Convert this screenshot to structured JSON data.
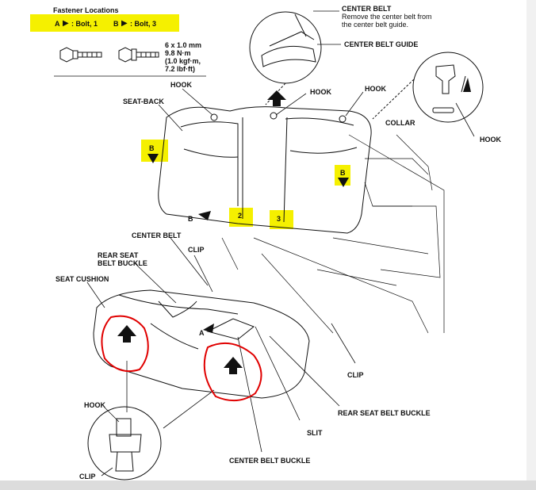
{
  "fastener": {
    "title": "Fastener Locations",
    "a_letter": "A",
    "a_value": ": Bolt, 1",
    "b_letter": "B",
    "b_value": ": Bolt, 3",
    "spec": "6 x 1.0 mm\n9.8 N·m\n(1.0 kgf·m,\n7.2 lbf·ft)"
  },
  "labels": {
    "center_belt": "CENTER BELT",
    "center_belt_note": "Remove the center belt from\nthe center belt guide.",
    "center_belt_guide": "CENTER BELT GUIDE",
    "hook_top_left": "HOOK",
    "hook_top_mid": "HOOK",
    "hook_top_right": "HOOK",
    "seat_back": "SEAT-BACK",
    "collar": "COLLAR",
    "hook_right": "HOOK",
    "b_left": "B",
    "b_right": "B",
    "b_bottom": "B",
    "bolt_num_2": "2",
    "bolt_num_3": "3",
    "center_belt_mid": "CENTER BELT",
    "clip_mid": "CLIP",
    "rear_seat_belt_buckle_left": "REAR SEAT\nBELT BUCKLE",
    "seat_cushion": "SEAT CUSHION",
    "a_label": "A",
    "clip_right": "CLIP",
    "hook_bottom": "HOOK",
    "rear_seat_belt_buckle_right": "REAR SEAT BELT BUCKLE",
    "slit": "SLIT",
    "center_belt_buckle": "CENTER BELT BUCKLE",
    "clip_bottom": "CLIP"
  },
  "colors": {
    "highlight": "#f5f000",
    "annotation_red": "#e00000",
    "line": "#111111"
  }
}
